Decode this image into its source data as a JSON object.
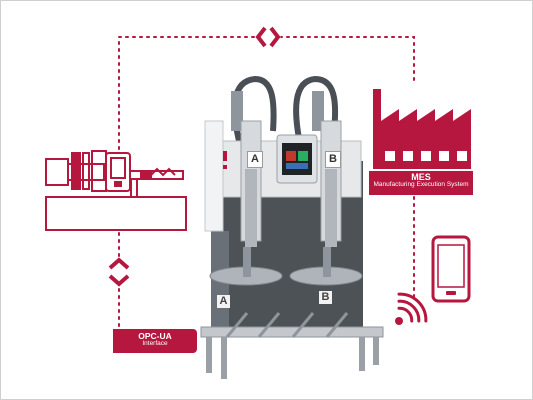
{
  "colors": {
    "accent": "#b5173f",
    "machine_dark": "#4d5257",
    "machine_light": "#e6e8ea",
    "chrome": "#c4c8cc"
  },
  "mes": {
    "title": "MES",
    "subtitle": "Manufacturing Execution System"
  },
  "opc": {
    "title": "OPC-UA",
    "subtitle": "Interface"
  },
  "machine": {
    "tag_top_left": "A",
    "tag_top_right": "B",
    "tag_low_left": "A",
    "tag_low_right": "B"
  },
  "icons": {
    "network_top": "chevron-diamond-icon",
    "network_left": "chevron-diamond-icon",
    "factory": "factory-icon",
    "injection_machine": "injection-molding-machine-icon",
    "phone": "smartphone-icon",
    "wireless": "wifi-signal-icon"
  }
}
